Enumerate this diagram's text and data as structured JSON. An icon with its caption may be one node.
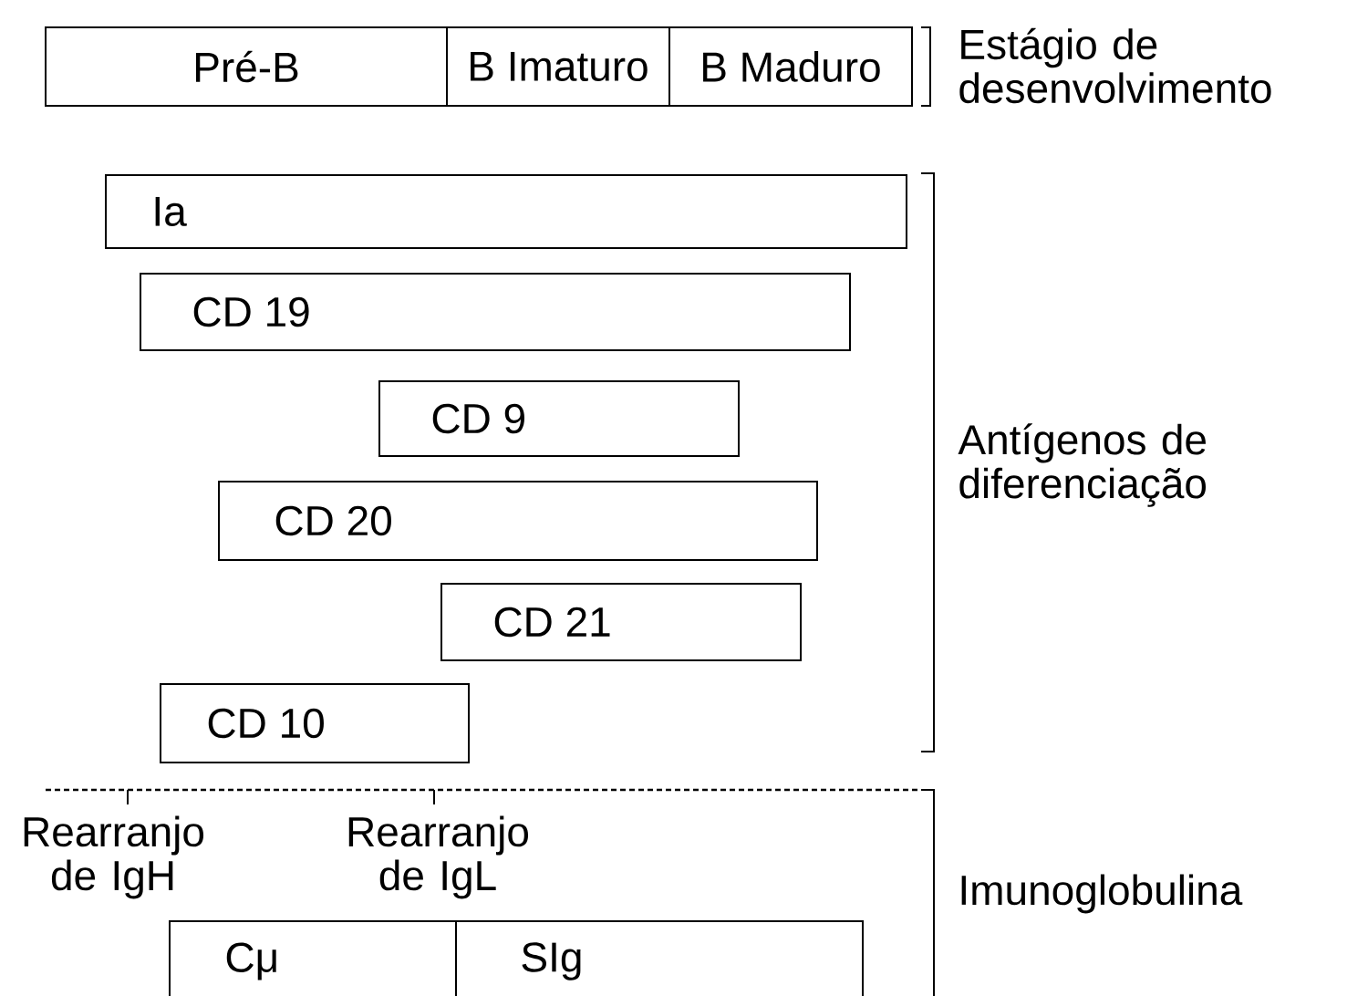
{
  "diagram": {
    "nodes": [
      {
        "text": [
          "Pré-B"
        ]
      },
      {
        "text": [
          "B Imaturo"
        ]
      },
      {
        "text": [
          "B Maduro"
        ]
      },
      {
        "text": [
          "Ia"
        ]
      },
      {
        "text": [
          "CD 19"
        ]
      },
      {
        "text": [
          "CD 9"
        ]
      },
      {
        "text": [
          "CD 20"
        ]
      },
      {
        "text": [
          "CD 21"
        ]
      },
      {
        "text": [
          "CD 10"
        ]
      },
      {
        "text": [
          "Cμ"
        ]
      },
      {
        "text": [
          "SIg"
        ]
      }
    ],
    "labels": [
      "Estágio de desenvolvimento",
      "Antígenos de diferenciação",
      "Rearranjo de IgH",
      "Rearranjo de IgL",
      "Imunoglobulina"
    ]
  }
}
